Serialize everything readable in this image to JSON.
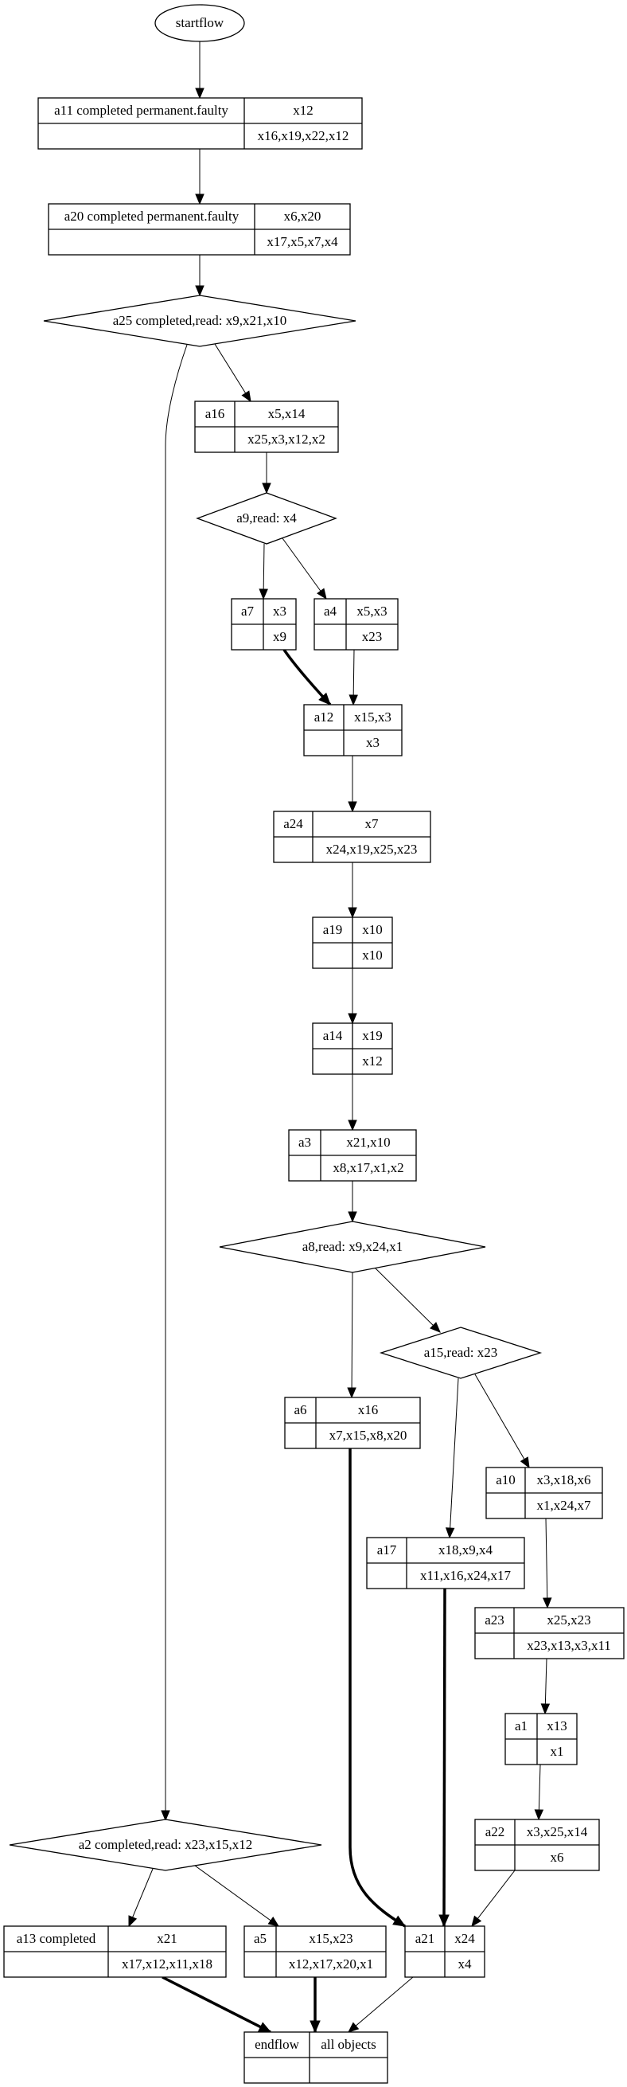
{
  "diagram": {
    "type": "flowchart",
    "start": {
      "id": "startflow",
      "label": "startflow"
    },
    "nodes": [
      {
        "id": "a11",
        "shape": "record",
        "name": "a11  completed permanent.faulty",
        "top": "x12",
        "bottom": "x16,x19,x22,x12"
      },
      {
        "id": "a20",
        "shape": "record",
        "name": "a20  completed permanent.faulty",
        "top": "x6,x20",
        "bottom": "x17,x5,x7,x4"
      },
      {
        "id": "a25",
        "shape": "diamond",
        "label": "a25  completed,read:  x9,x21,x10"
      },
      {
        "id": "a16",
        "shape": "record",
        "name": "a16",
        "top": "x5,x14",
        "bottom": "x25,x3,x12,x2"
      },
      {
        "id": "a9",
        "shape": "diamond",
        "label": "a9,read:  x4"
      },
      {
        "id": "a7",
        "shape": "record",
        "name": "a7",
        "top": "x3",
        "bottom": "x9"
      },
      {
        "id": "a4",
        "shape": "record",
        "name": "a4",
        "top": "x5,x3",
        "bottom": "x23"
      },
      {
        "id": "a12",
        "shape": "record",
        "name": "a12",
        "top": "x15,x3",
        "bottom": "x3"
      },
      {
        "id": "a24",
        "shape": "record",
        "name": "a24",
        "top": "x7",
        "bottom": "x24,x19,x25,x23"
      },
      {
        "id": "a19",
        "shape": "record",
        "name": "a19",
        "top": "x10",
        "bottom": "x10"
      },
      {
        "id": "a14",
        "shape": "record",
        "name": "a14",
        "top": "x19",
        "bottom": "x12"
      },
      {
        "id": "a3",
        "shape": "record",
        "name": "a3",
        "top": "x21,x10",
        "bottom": "x8,x17,x1,x2"
      },
      {
        "id": "a8",
        "shape": "diamond",
        "label": "a8,read:  x9,x24,x1"
      },
      {
        "id": "a15",
        "shape": "diamond",
        "label": "a15,read:  x23"
      },
      {
        "id": "a6",
        "shape": "record",
        "name": "a6",
        "top": "x16",
        "bottom": "x7,x15,x8,x20"
      },
      {
        "id": "a10",
        "shape": "record",
        "name": "a10",
        "top": "x3,x18,x6",
        "bottom": "x1,x24,x7"
      },
      {
        "id": "a17",
        "shape": "record",
        "name": "a17",
        "top": "x18,x9,x4",
        "bottom": "x11,x16,x24,x17"
      },
      {
        "id": "a23",
        "shape": "record",
        "name": "a23",
        "top": "x25,x23",
        "bottom": "x23,x13,x3,x11"
      },
      {
        "id": "a1",
        "shape": "record",
        "name": "a1",
        "top": "x13",
        "bottom": "x1"
      },
      {
        "id": "a22",
        "shape": "record",
        "name": "a22",
        "top": "x3,x25,x14",
        "bottom": "x6"
      },
      {
        "id": "a2",
        "shape": "diamond",
        "label": "a2  completed,read:  x23,x15,x12"
      },
      {
        "id": "a13",
        "shape": "record",
        "name": "a13  completed",
        "top": "x21",
        "bottom": "x17,x12,x11,x18"
      },
      {
        "id": "a5",
        "shape": "record",
        "name": "a5",
        "top": "x15,x23",
        "bottom": "x12,x17,x20,x1"
      },
      {
        "id": "a21",
        "shape": "record",
        "name": "a21",
        "top": "x24",
        "bottom": "x4"
      },
      {
        "id": "endflow",
        "shape": "record",
        "name": "endflow",
        "top": "all objects",
        "bottom": ""
      }
    ],
    "edges": [
      {
        "from": "startflow",
        "to": "a11",
        "bold": false
      },
      {
        "from": "a11",
        "to": "a20",
        "bold": false
      },
      {
        "from": "a20",
        "to": "a25",
        "bold": false
      },
      {
        "from": "a25",
        "to": "a16",
        "bold": false
      },
      {
        "from": "a25",
        "to": "a2",
        "bold": false
      },
      {
        "from": "a16",
        "to": "a9",
        "bold": false
      },
      {
        "from": "a9",
        "to": "a7",
        "bold": false
      },
      {
        "from": "a9",
        "to": "a4",
        "bold": false
      },
      {
        "from": "a7",
        "to": "a12",
        "bold": true
      },
      {
        "from": "a4",
        "to": "a12",
        "bold": false
      },
      {
        "from": "a12",
        "to": "a24",
        "bold": false
      },
      {
        "from": "a24",
        "to": "a19",
        "bold": false
      },
      {
        "from": "a19",
        "to": "a14",
        "bold": false
      },
      {
        "from": "a14",
        "to": "a3",
        "bold": false
      },
      {
        "from": "a3",
        "to": "a8",
        "bold": false
      },
      {
        "from": "a8",
        "to": "a6",
        "bold": false
      },
      {
        "from": "a8",
        "to": "a15",
        "bold": false
      },
      {
        "from": "a15",
        "to": "a17",
        "bold": false
      },
      {
        "from": "a15",
        "to": "a10",
        "bold": false
      },
      {
        "from": "a10",
        "to": "a23",
        "bold": false
      },
      {
        "from": "a23",
        "to": "a1",
        "bold": false
      },
      {
        "from": "a1",
        "to": "a22",
        "bold": false
      },
      {
        "from": "a6",
        "to": "a21",
        "bold": true
      },
      {
        "from": "a17",
        "to": "a21",
        "bold": true
      },
      {
        "from": "a22",
        "to": "a21",
        "bold": false
      },
      {
        "from": "a2",
        "to": "a13",
        "bold": false
      },
      {
        "from": "a2",
        "to": "a5",
        "bold": false
      },
      {
        "from": "a13",
        "to": "endflow",
        "bold": true
      },
      {
        "from": "a5",
        "to": "endflow",
        "bold": true
      },
      {
        "from": "a21",
        "to": "endflow",
        "bold": false
      }
    ]
  }
}
